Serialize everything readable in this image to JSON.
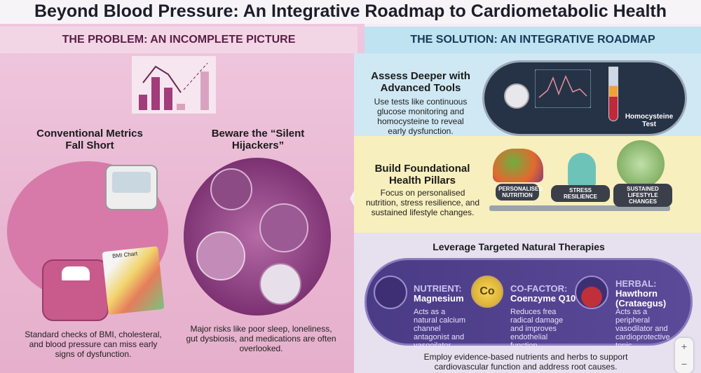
{
  "title": "Beyond Blood Pressure: An Integrative Roadmap to Cardiometabolic Health",
  "problem": {
    "header": "THE PROBLEM: AN INCOMPLETE PICTURE",
    "metrics": {
      "heading": "Conventional Metrics Fall Short",
      "text": "Standard checks of BMI, cholesteral, and blood pressure can miss early signs of dysfunction.",
      "bmi_chart_label": "BMI Chart"
    },
    "hijackers": {
      "heading": "Beware the “Silent Hijackers”",
      "text": "Major risks like poor sleep, loneliness, gut dysbiosis, and medications are often overlooked."
    }
  },
  "solution": {
    "header": "THE SOLUTION: AN INTEGRATIVE ROADMAP",
    "assess": {
      "heading": "Assess Deeper with Advanced Tools",
      "text": "Use tests like continuous glucose monitoring and homocysteine to reveal early dysfunction.",
      "test_label": "Homocysteine Test"
    },
    "pillars": {
      "heading": "Build Foundational Health Pillars",
      "text": "Focus on personalised nutrition, stress resilience, and sustained lifestyle changes.",
      "badges": [
        "PERSONALISED NUTRITION",
        "STRESS RESILIENCE",
        "SUSTAINED LIFESTYLE CHANGES"
      ]
    },
    "therapies": {
      "heading": "Leverage Targeted Natural Therapies",
      "items": [
        {
          "category": "NUTRIENT:",
          "name": "Magnesium",
          "text": "Acts as a natural calcium channel antagonist and vasooilator."
        },
        {
          "category": "CO-FACTOR:",
          "name": "Coenzyme Q10",
          "text": "Reduces frea radical damage and improves endothelial function.",
          "icon_text": "Co"
        },
        {
          "category": "HERBAL:",
          "name": "Hawthorn (Crataegus)",
          "text": "Acts as a peripheral vasodilator and cardioprotective tonic."
        }
      ],
      "footer": "Employ evidence-based nutrients and herbs to support cardiovascular function and address root causes."
    }
  },
  "zoom_controls": {
    "plus": "+",
    "minus": "−"
  },
  "colors": {
    "problem_bg": "#e9b6d1",
    "assess_bg": "#cfe8f3",
    "pillars_bg": "#f7efbd",
    "therapies_bg": "#5b4a98"
  }
}
